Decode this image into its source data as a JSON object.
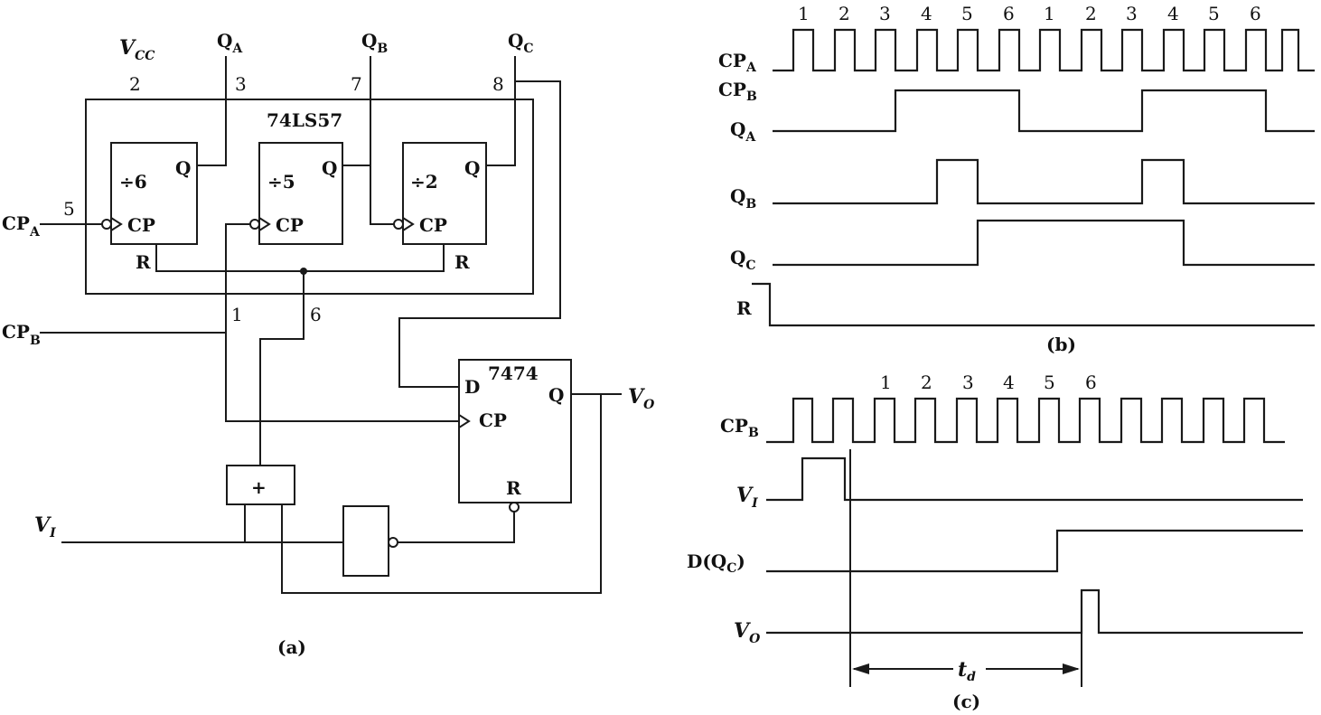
{
  "circuit": {
    "vcc": "V",
    "vcc_sub": "CC",
    "chip_ic": "74LS57",
    "chip_ff": "7474",
    "qa": "Q",
    "qa_sub": "A",
    "qb": "Q",
    "qb_sub": "B",
    "qc": "Q",
    "qc_sub": "C",
    "pin_vcc": "2",
    "pin_qa": "3",
    "pin_qb": "7",
    "pin_qc": "8",
    "pin_cpa": "5",
    "pin_cpb": "1",
    "pin_r": "6",
    "div6": "÷6",
    "div5": "÷5",
    "div2": "÷2",
    "q_label": "Q",
    "cp_label": "CP",
    "r_label": "R",
    "d_label": "D",
    "cpa": "CP",
    "cpa_sub": "A",
    "cpb": "CP",
    "cpb_sub": "B",
    "vi": "V",
    "vi_sub": "I",
    "vo": "V",
    "vo_sub": "O",
    "or_gate": "+",
    "caption": "(a)"
  },
  "timing_b": {
    "caption": "(b)",
    "pulse_numbers": [
      "1",
      "2",
      "3",
      "4",
      "5",
      "6",
      "1",
      "2",
      "3",
      "4",
      "5",
      "6"
    ],
    "signals": [
      {
        "name": "CP",
        "sub": "A"
      },
      {
        "name": "CP",
        "sub": "B"
      },
      {
        "name": "Q",
        "sub": "A"
      },
      {
        "name": "Q",
        "sub": "B"
      },
      {
        "name": "Q",
        "sub": "C"
      },
      {
        "name": "R",
        "sub": ""
      }
    ]
  },
  "timing_c": {
    "caption": "(c)",
    "pulse_numbers": [
      "1",
      "2",
      "3",
      "4",
      "5",
      "6"
    ],
    "signals": [
      {
        "name": "CP",
        "sub": "B"
      },
      {
        "name": "V",
        "sub": "I"
      },
      {
        "name": "D(Q",
        "sub": "C",
        "suffix": ")"
      },
      {
        "name": "V",
        "sub": "O"
      }
    ],
    "delay_label": "t",
    "delay_sub": "d"
  }
}
